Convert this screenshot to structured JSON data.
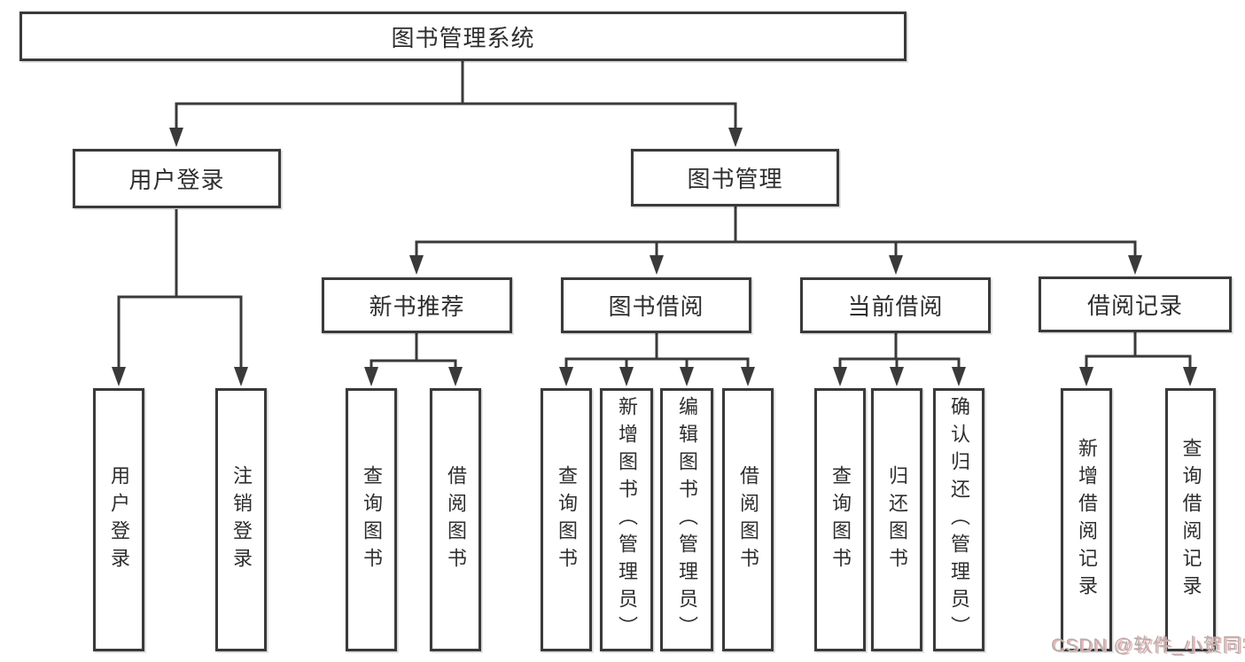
{
  "nodes": {
    "root": "图书管理系统",
    "level2": [
      "用户登录",
      "图书管理"
    ],
    "level3": [
      "新书推荐",
      "图书借阅",
      "当前借阅",
      "借阅记录"
    ],
    "login_children": [
      "用户登录",
      "注销登录"
    ],
    "recommend_children": [
      "查询图书",
      "借阅图书"
    ],
    "borrow_children": [
      "查询图书",
      "新增图书（管理员）",
      "编辑图书（管理员）",
      "借阅图书"
    ],
    "current_children": [
      "查询图书",
      "归还图书",
      "确认归还（管理员）"
    ],
    "records_children": [
      "新增借阅记录",
      "查询借阅记录"
    ]
  },
  "watermark": {
    "text": "CSDN @软件_小贺同学"
  },
  "colors": {
    "line": "#3a3a3a",
    "box_border": "#3a3a3a",
    "text": "#2e2e2e",
    "background": "#ffffff",
    "watermark": "#b0b0b0",
    "watermark_fringe": "#f0b0b0"
  }
}
